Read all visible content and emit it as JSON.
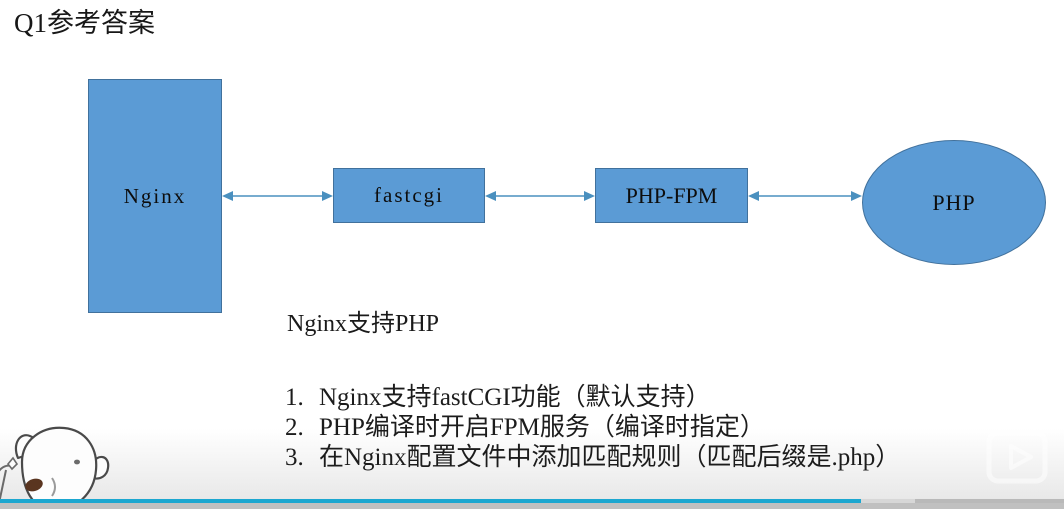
{
  "slide": {
    "title": "Q1参考答案",
    "caption": "Nginx支持PHP"
  },
  "diagram": {
    "accent_fill": "#5B9BD5",
    "accent_stroke": "#41719C",
    "connector_color": "#4A90BF",
    "nodes": [
      {
        "id": "nginx",
        "label": "Nginx",
        "shape": "rectangle"
      },
      {
        "id": "fastcgi",
        "label": "fastcgi",
        "shape": "rectangle"
      },
      {
        "id": "phpfpm",
        "label": "PHP-FPM",
        "shape": "rectangle"
      },
      {
        "id": "php",
        "label": "PHP",
        "shape": "ellipse"
      }
    ],
    "connectors": [
      {
        "from": "nginx",
        "to": "fastcgi",
        "type": "double-arrow"
      },
      {
        "from": "fastcgi",
        "to": "phpfpm",
        "type": "double-arrow"
      },
      {
        "from": "phpfpm",
        "to": "php",
        "type": "double-arrow"
      }
    ]
  },
  "bullets": [
    {
      "num": "1.",
      "text": "Nginx支持fastCGI功能（默认支持）"
    },
    {
      "num": "2.",
      "text": "PHP编译时开启FPM服务（编译时指定）"
    },
    {
      "num": "3.",
      "text": "在Nginx配置文件中添加匹配规则（匹配后缀是.php）"
    }
  ],
  "player": {
    "progress_color": "#1CA7D0",
    "buffer_color": "#D7D7D7",
    "track_color": "#B9B9B9",
    "played_percent": "81",
    "buffered_percent": "86"
  },
  "overlays": {
    "watermark_icon": "tv-play-icon",
    "mascot_icon": "bear-mascot-icon"
  }
}
